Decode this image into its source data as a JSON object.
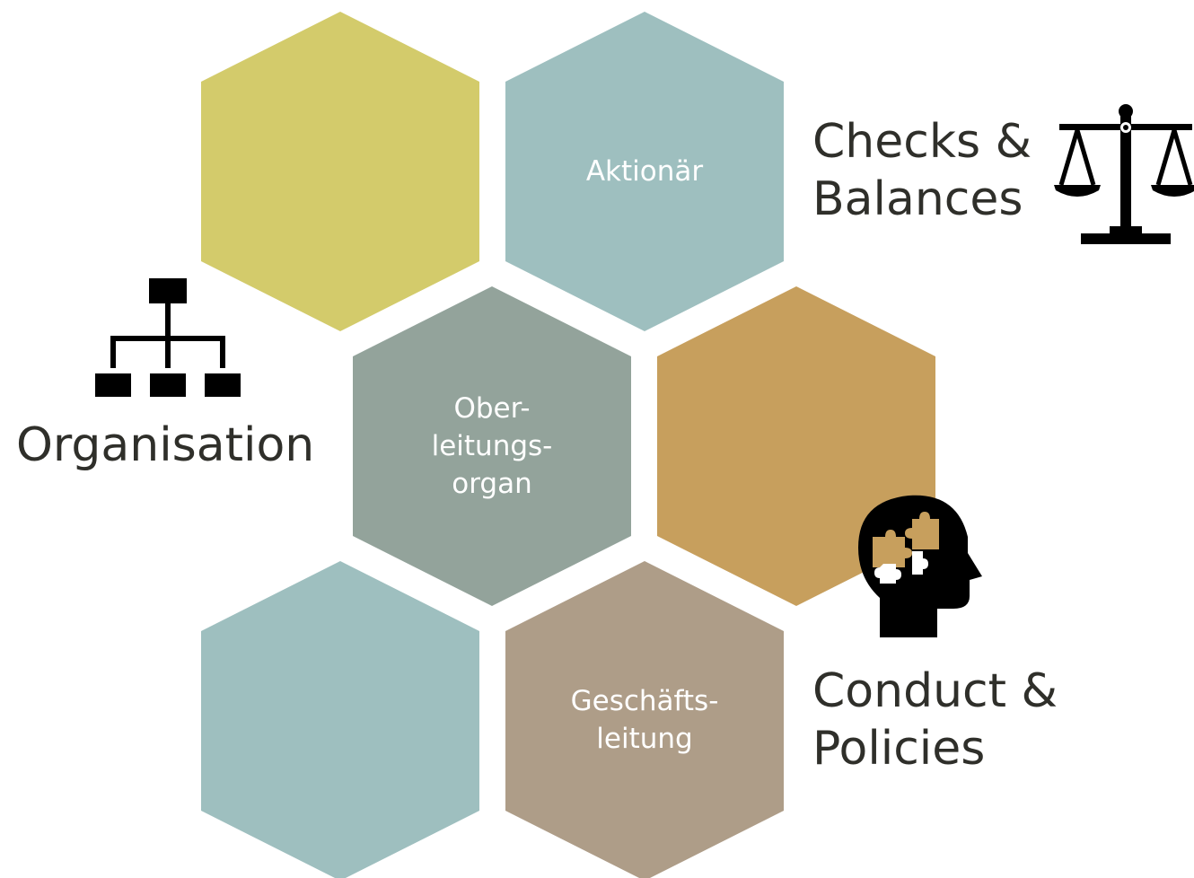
{
  "hexagons": [
    {
      "id": "hex-top-left",
      "label": "",
      "color": "#d3cb6b"
    },
    {
      "id": "hex-top-right",
      "label": "Aktionär",
      "color": "#9ebfbf"
    },
    {
      "id": "hex-middle-left",
      "label": "Ober-\nleitungs-\norgan",
      "color": "#93a39b"
    },
    {
      "id": "hex-middle-right",
      "label": "",
      "color": "#c79f5d"
    },
    {
      "id": "hex-bottom-left",
      "label": "",
      "color": "#9ebfbf"
    },
    {
      "id": "hex-bottom-right",
      "label": "Geschäfts-\nleitung",
      "color": "#ae9d88"
    }
  ],
  "side_labels": {
    "organisation": "Organisation",
    "checks_line1": "Checks &",
    "checks_line2": "Balances",
    "conduct_line1": "Conduct &",
    "conduct_line2": "Policies"
  },
  "icons": {
    "org_chart": "org-chart-icon",
    "scales": "scales-icon",
    "head_puzzle": "head-puzzle-icon"
  },
  "colors": {
    "text": "#2f2f2a",
    "icon": "#000000",
    "puzzle": "#c79f5d"
  }
}
